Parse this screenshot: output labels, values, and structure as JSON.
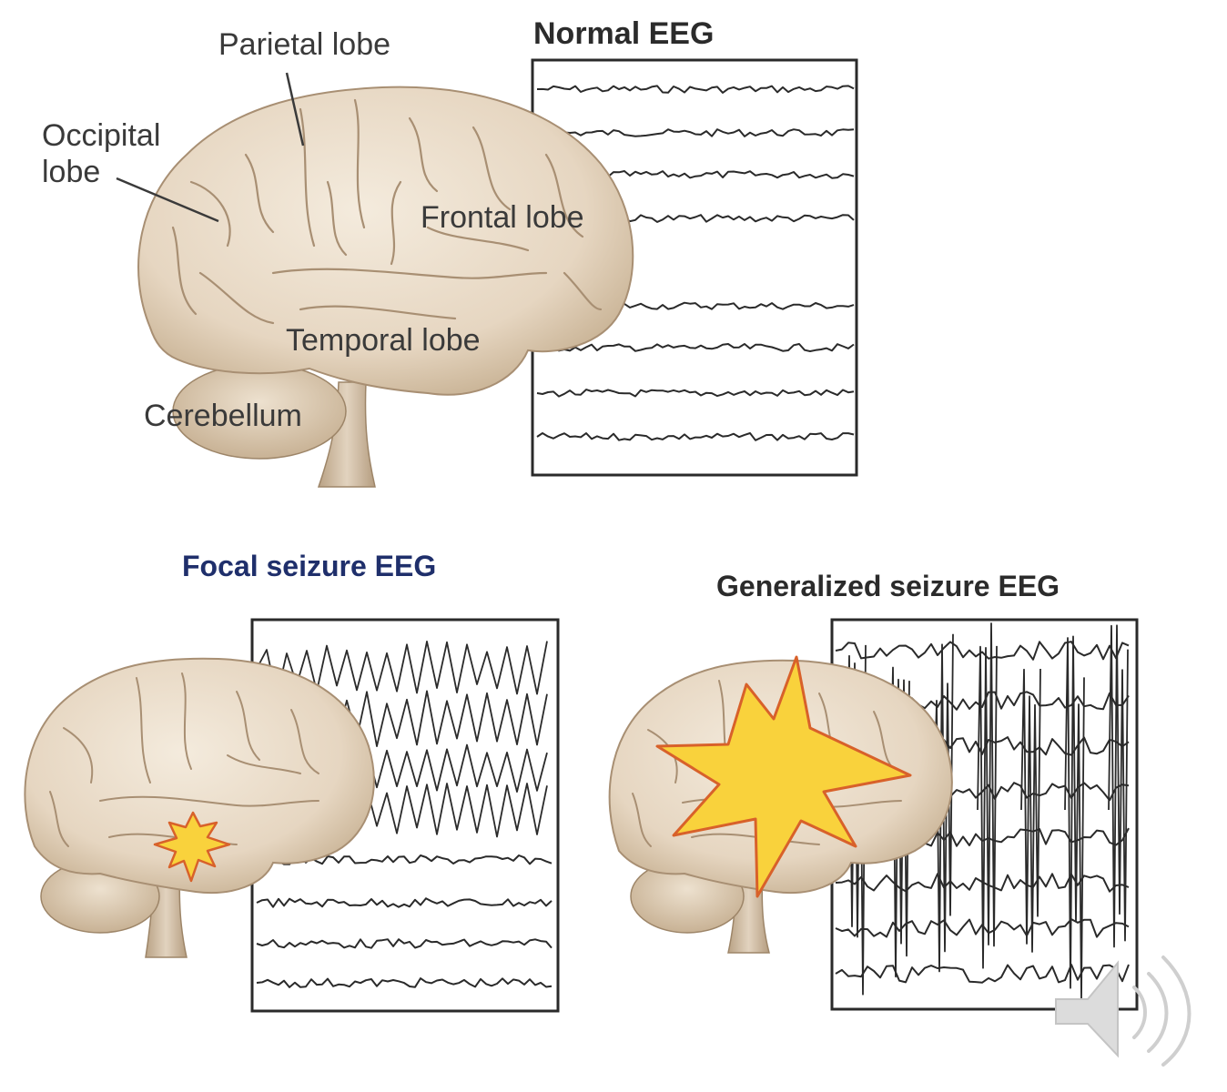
{
  "normal": {
    "title": "Normal EEG",
    "labels": {
      "parietal": "Parietal lobe",
      "occipital_line1": "Occipital",
      "occipital_line2": "lobe",
      "frontal": "Frontal lobe",
      "temporal": "Temporal lobe",
      "cerebellum": "Cerebellum"
    }
  },
  "focal": {
    "title": "Focal seizure EEG"
  },
  "generalized": {
    "title": "Generalized seizure EEG"
  },
  "colors": {
    "brain_fill": "#e9dccb",
    "brain_shadow": "#c9b49a",
    "sulcus": "#a88f73",
    "focal_title": "#1f2f6b",
    "title_dark": "#2b2b2b",
    "starburst_fill": "#f9d23c",
    "starburst_stroke": "#d8612a",
    "eeg_line": "#2a2a2a",
    "speaker": "#d9d9d9"
  },
  "icons": {
    "speaker": "speaker-icon"
  }
}
